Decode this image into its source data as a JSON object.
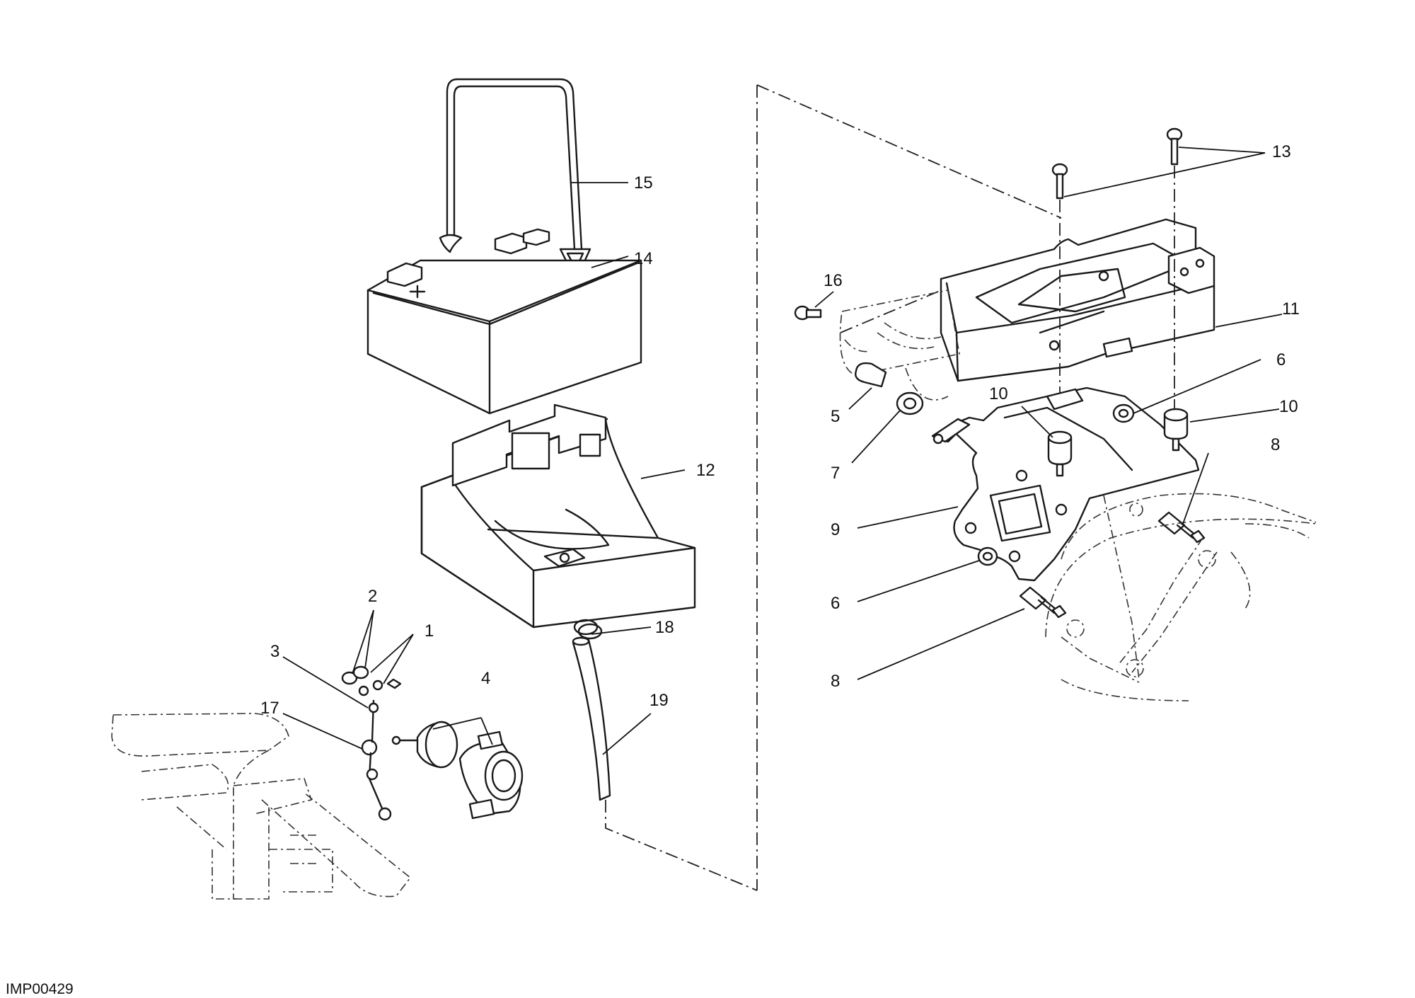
{
  "figure": {
    "reference_code": "IMP00429",
    "callouts": {
      "c1": "1",
      "c2": "2",
      "c3": "3",
      "c4": "4",
      "c5": "5",
      "c6a": "6",
      "c6b": "6",
      "c7": "7",
      "c8a": "8",
      "c8b": "8",
      "c9": "9",
      "c10a": "10",
      "c10b": "10",
      "c11": "11",
      "c12": "12",
      "c13": "13",
      "c14": "14",
      "c15": "15",
      "c16": "16",
      "c17": "17",
      "c18": "18",
      "c19": "19"
    }
  }
}
